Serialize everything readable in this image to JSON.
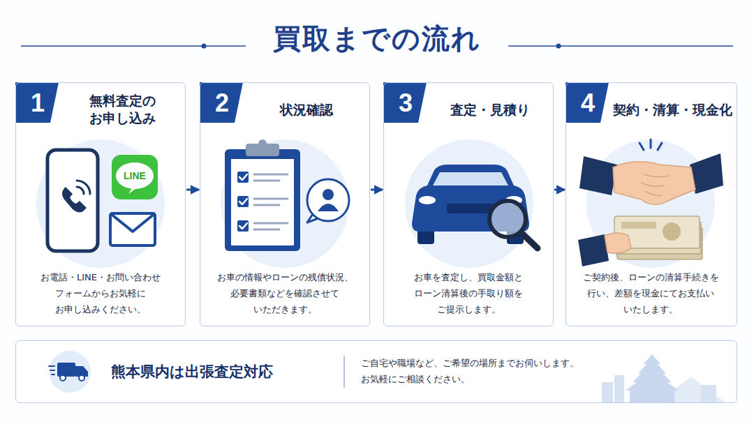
{
  "diagram": {
    "title": "買取までの流れ",
    "nodes": [
      {
        "text": [
          "1",
          "無料査定の お申し込み",
          "お電話・LINE・お問い合わせ フォームからお気軽に お申し込みください。"
        ]
      },
      {
        "text": [
          "2",
          "状況確認",
          "お車の情報やローンの残債状況、 必要書類などを確認させて いただきます。"
        ]
      },
      {
        "text": [
          "3",
          "査定・見積り",
          "お車を査定し、買取金額と ローン清算後の手取り額を ご提示します。"
        ]
      },
      {
        "text": [
          "4",
          "契約・清算・現金化",
          "ご契約後、ローンの清算手続きを 行い、差額を現金にてお支払い いたします。"
        ]
      },
      {
        "text": [
          "熊本県内は出張査定対応",
          "ご自宅や職場など、ご希望の場所までお伺いします。 お気軽にご相談ください。"
        ]
      }
    ],
    "edges": [
      {
        "from": 0,
        "to": 1,
        "arrow": "to"
      },
      {
        "from": 1,
        "to": 2,
        "arrow": "to"
      },
      {
        "from": 2,
        "to": 3,
        "arrow": "to"
      }
    ],
    "labels": [
      "LINE"
    ]
  }
}
